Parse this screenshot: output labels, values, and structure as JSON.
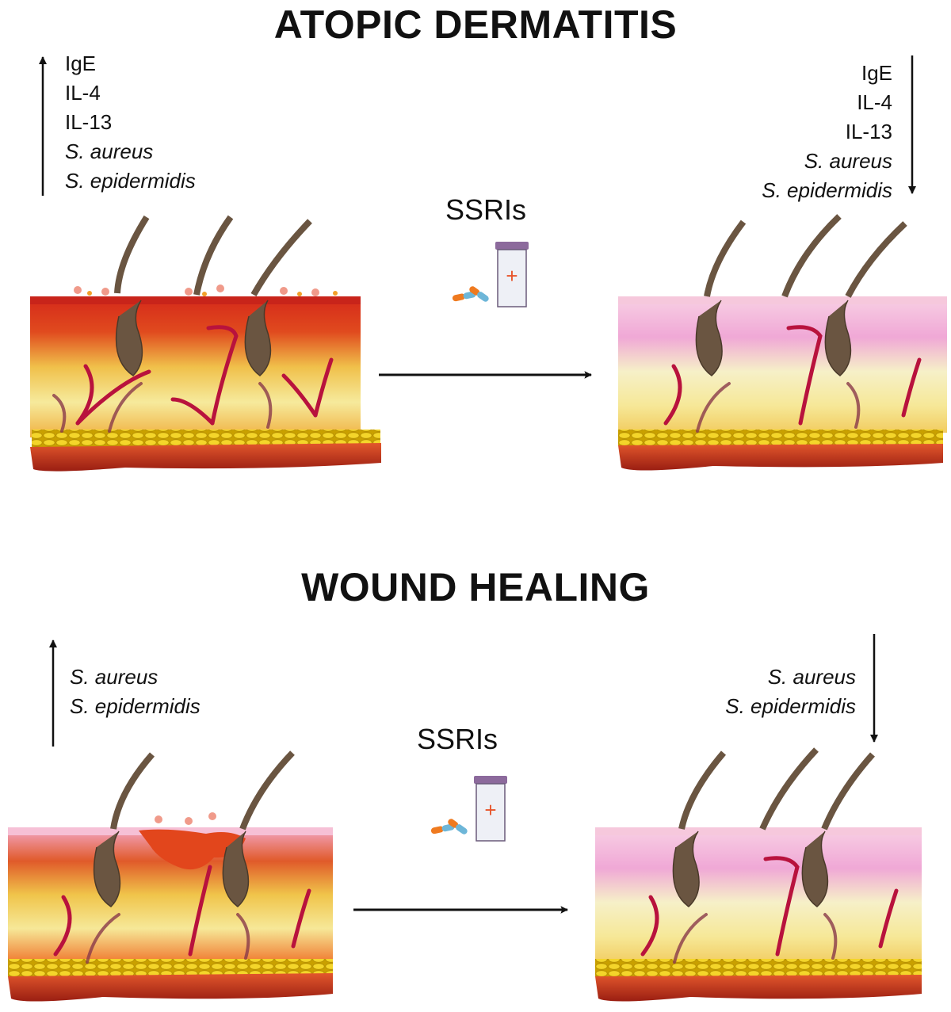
{
  "sections": [
    {
      "title": "ATOPIC DERMATITIS",
      "before_markers": [
        "IgE",
        "IL-4",
        "IL-13",
        "S. aureus",
        "S. epidermidis"
      ],
      "after_markers": [
        "IgE",
        "IL-4",
        "IL-13",
        "S. aureus",
        "S. epidermidis"
      ],
      "treatment_label": "SSRIs"
    },
    {
      "title": "WOUND HEALING",
      "before_markers": [
        "S. aureus",
        "S. epidermidis"
      ],
      "after_markers": [
        "S. aureus",
        "S. epidermidis"
      ],
      "treatment_label": "SSRIs"
    }
  ],
  "italic_markers": [
    "S. aureus",
    "S. epidermidis"
  ],
  "colors": {
    "inflamed_top": "#d42a1a",
    "healthy_top": "#f3b5dc",
    "dermis_yellow": "#f5ea9a",
    "fat_yellow": "#f2cc20",
    "hair": "#6a5541",
    "vessel": "#b8123d",
    "bottle_cap": "#8c6a9c",
    "cross": "#e8542a",
    "pill_orange": "#ef7a1f",
    "pill_blue": "#6db6d8"
  },
  "icons": {
    "up_arrow": "arrow-up-icon",
    "down_arrow": "arrow-down-icon",
    "right_arrow": "arrow-right-icon",
    "drug": "pill-bottle-icon"
  }
}
